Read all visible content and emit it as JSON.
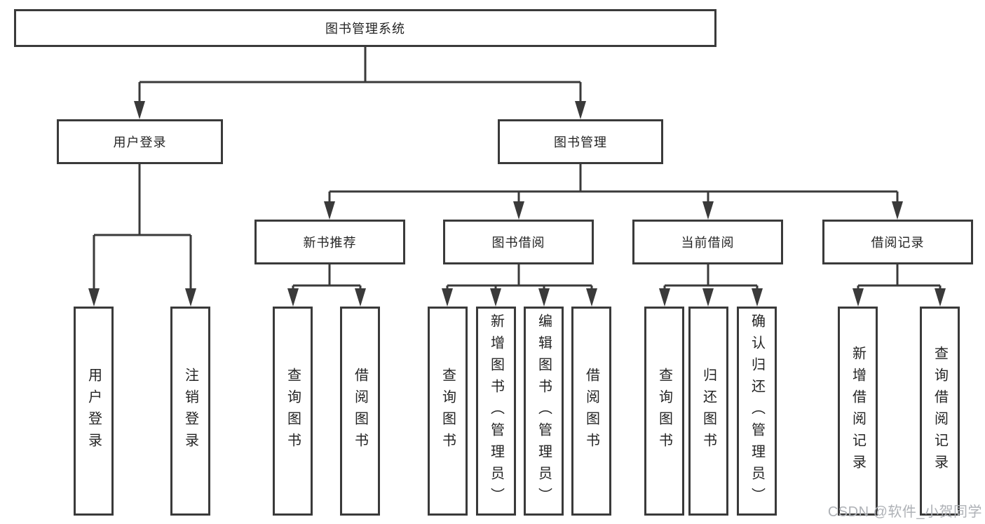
{
  "diagram": {
    "title_node": {
      "label": "图书管理系统"
    },
    "level2": [
      {
        "id": "user-login",
        "label": "用户登录"
      },
      {
        "id": "book-management",
        "label": "图书管理"
      }
    ],
    "level3": [
      {
        "id": "new-book-recommend",
        "label": "新书推荐"
      },
      {
        "id": "book-borrow",
        "label": "图书借阅"
      },
      {
        "id": "current-borrow",
        "label": "当前借阅"
      },
      {
        "id": "borrow-records",
        "label": "借阅记录"
      }
    ],
    "leaves": [
      {
        "group": "user-login",
        "label": "用户登录"
      },
      {
        "group": "user-login",
        "label": "注销登录"
      },
      {
        "group": "new-book-recommend",
        "label": "查询图书"
      },
      {
        "group": "new-book-recommend",
        "label": "借阅图书"
      },
      {
        "group": "book-borrow",
        "label": "查询图书"
      },
      {
        "group": "book-borrow",
        "label": "新增图书（管理员）"
      },
      {
        "group": "book-borrow",
        "label": "编辑图书（管理员）"
      },
      {
        "group": "book-borrow",
        "label": "借阅图书"
      },
      {
        "group": "current-borrow",
        "label": "查询图书"
      },
      {
        "group": "current-borrow",
        "label": "归还图书"
      },
      {
        "group": "current-borrow",
        "label": "确认归还（管理员）"
      },
      {
        "group": "borrow-records",
        "label": "新增借阅记录"
      },
      {
        "group": "borrow-records",
        "label": "查询借阅记录"
      }
    ]
  },
  "watermark": {
    "text": "CSDN @软件_小贺同学"
  },
  "colors": {
    "line": "#3a3a3a",
    "text": "#242424",
    "background": "#ffffff",
    "watermark_text": "#aeb1b6"
  }
}
